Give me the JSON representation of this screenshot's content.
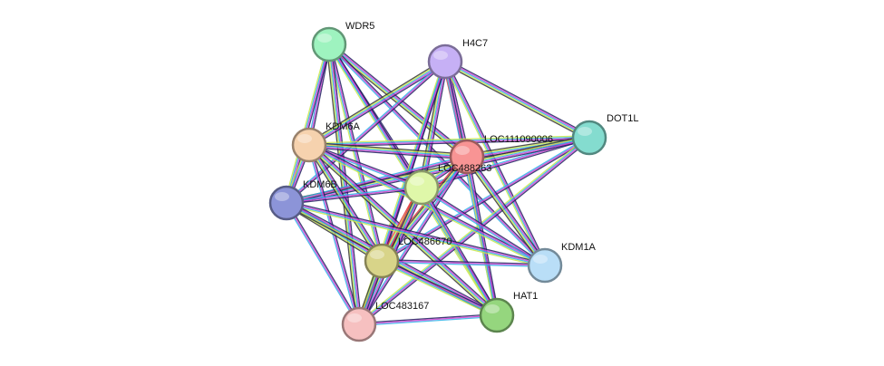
{
  "diagram": {
    "nodes": [
      {
        "id": "WDR5",
        "label": "WDR5",
        "color": "#9ef3bf"
      },
      {
        "id": "H4C7",
        "label": "H4C7",
        "color": "#c6b0f5"
      },
      {
        "id": "DOT1L",
        "label": "DOT1L",
        "color": "#84dccf"
      },
      {
        "id": "LOC111090006",
        "label": "LOC111090006",
        "color": "#f89494"
      },
      {
        "id": "KDM6A",
        "label": "KDM6A",
        "color": "#f6d2ae"
      },
      {
        "id": "LOC488263",
        "label": "LOC488263",
        "color": "#dff7a9"
      },
      {
        "id": "KDM6B",
        "label": "KDM6B",
        "color": "#8c94d8"
      },
      {
        "id": "LOC486670",
        "label": "LOC486670",
        "color": "#d8d489"
      },
      {
        "id": "KDM1A",
        "label": "KDM1A",
        "color": "#b9def7"
      },
      {
        "id": "HAT1",
        "label": "HAT1",
        "color": "#95d67e"
      },
      {
        "id": "LOC483167",
        "label": "LOC483167",
        "color": "#f6c0c0"
      }
    ],
    "edges": [
      [
        "WDR5",
        "KDM6A"
      ],
      [
        "WDR5",
        "KDM6B"
      ],
      [
        "WDR5",
        "LOC111090006"
      ],
      [
        "WDR5",
        "LOC488263"
      ],
      [
        "WDR5",
        "LOC486670"
      ],
      [
        "WDR5",
        "LOC483167"
      ],
      [
        "WDR5",
        "KDM1A"
      ],
      [
        "WDR5",
        "HAT1"
      ],
      [
        "H4C7",
        "KDM6A"
      ],
      [
        "H4C7",
        "KDM6B"
      ],
      [
        "H4C7",
        "LOC111090006"
      ],
      [
        "H4C7",
        "LOC488263"
      ],
      [
        "H4C7",
        "LOC486670"
      ],
      [
        "H4C7",
        "LOC483167"
      ],
      [
        "H4C7",
        "DOT1L"
      ],
      [
        "H4C7",
        "HAT1"
      ],
      [
        "H4C7",
        "KDM1A"
      ],
      [
        "DOT1L",
        "LOC111090006"
      ],
      [
        "DOT1L",
        "LOC488263"
      ],
      [
        "DOT1L",
        "KDM6A"
      ],
      [
        "DOT1L",
        "KDM6B"
      ],
      [
        "DOT1L",
        "LOC486670"
      ],
      [
        "DOT1L",
        "LOC483167"
      ],
      [
        "LOC111090006",
        "KDM6A"
      ],
      [
        "LOC111090006",
        "KDM6B"
      ],
      [
        "LOC111090006",
        "LOC488263"
      ],
      [
        "LOC111090006",
        "LOC486670"
      ],
      [
        "LOC111090006",
        "LOC483167"
      ],
      [
        "LOC111090006",
        "HAT1"
      ],
      [
        "LOC111090006",
        "KDM1A"
      ],
      [
        "KDM6A",
        "LOC488263"
      ],
      [
        "KDM6A",
        "KDM6B"
      ],
      [
        "KDM6A",
        "LOC486670"
      ],
      [
        "KDM6A",
        "LOC483167"
      ],
      [
        "KDM6A",
        "KDM1A"
      ],
      [
        "KDM6A",
        "HAT1"
      ],
      [
        "LOC488263",
        "KDM6B"
      ],
      [
        "LOC488263",
        "LOC486670"
      ],
      [
        "LOC488263",
        "LOC483167"
      ],
      [
        "LOC488263",
        "KDM1A"
      ],
      [
        "LOC488263",
        "HAT1"
      ],
      [
        "KDM6B",
        "LOC486670"
      ],
      [
        "KDM6B",
        "LOC483167"
      ],
      [
        "KDM6B",
        "KDM1A"
      ],
      [
        "KDM6B",
        "HAT1"
      ],
      [
        "LOC486670",
        "KDM1A"
      ],
      [
        "LOC486670",
        "HAT1"
      ],
      [
        "LOC486670",
        "LOC483167"
      ],
      [
        "LOC483167",
        "HAT1"
      ]
    ],
    "edge_colors": [
      "#1f1f5f",
      "#d23cd2",
      "#2fb0e8",
      "#c9e84a",
      "#333333"
    ],
    "strong_edges": [
      [
        "H4C7",
        "LOC111090006"
      ],
      [
        "LOC486670",
        "LOC111090006"
      ],
      [
        "LOC483167",
        "LOC488263"
      ],
      [
        "LOC486670",
        "LOC488263"
      ]
    ],
    "strong_edge_color": "#e0303a"
  }
}
